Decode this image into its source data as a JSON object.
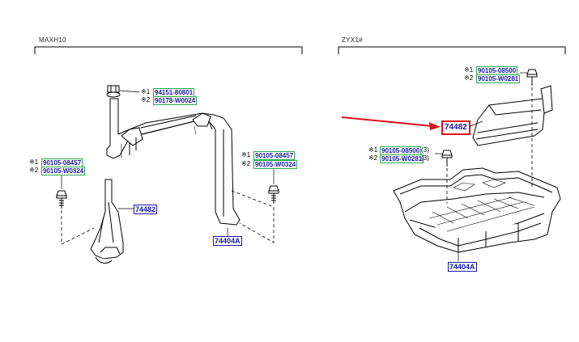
{
  "sections": {
    "left_title": "MAXH10",
    "right_title": "ZYX1#"
  },
  "marks": {
    "m1": "※1",
    "m2": "※2"
  },
  "left": {
    "top_bolt": {
      "p1": "94151-80801",
      "p2": "90178-W0024"
    },
    "left_bolt": {
      "p1": "90105-08457",
      "p2": "90105-W0324"
    },
    "right_bolt": {
      "p1": "90105-08457",
      "p2": "90105-W0324"
    },
    "cover_part": "74482",
    "bracket_part": "74404A"
  },
  "right": {
    "top_bolt": {
      "p1": "90105-08500",
      "p2": "90105-W0281"
    },
    "mid_bolt": {
      "p1": "90105-08500",
      "p2": "90105-W0281",
      "q1": "(3)",
      "q2": "(3)"
    },
    "cover_part": "74482",
    "tray_part": "74404A"
  },
  "colors": {
    "highlight": "#e0101a",
    "part_text": "#1a1aa6",
    "green_box": "#2aa84a"
  }
}
